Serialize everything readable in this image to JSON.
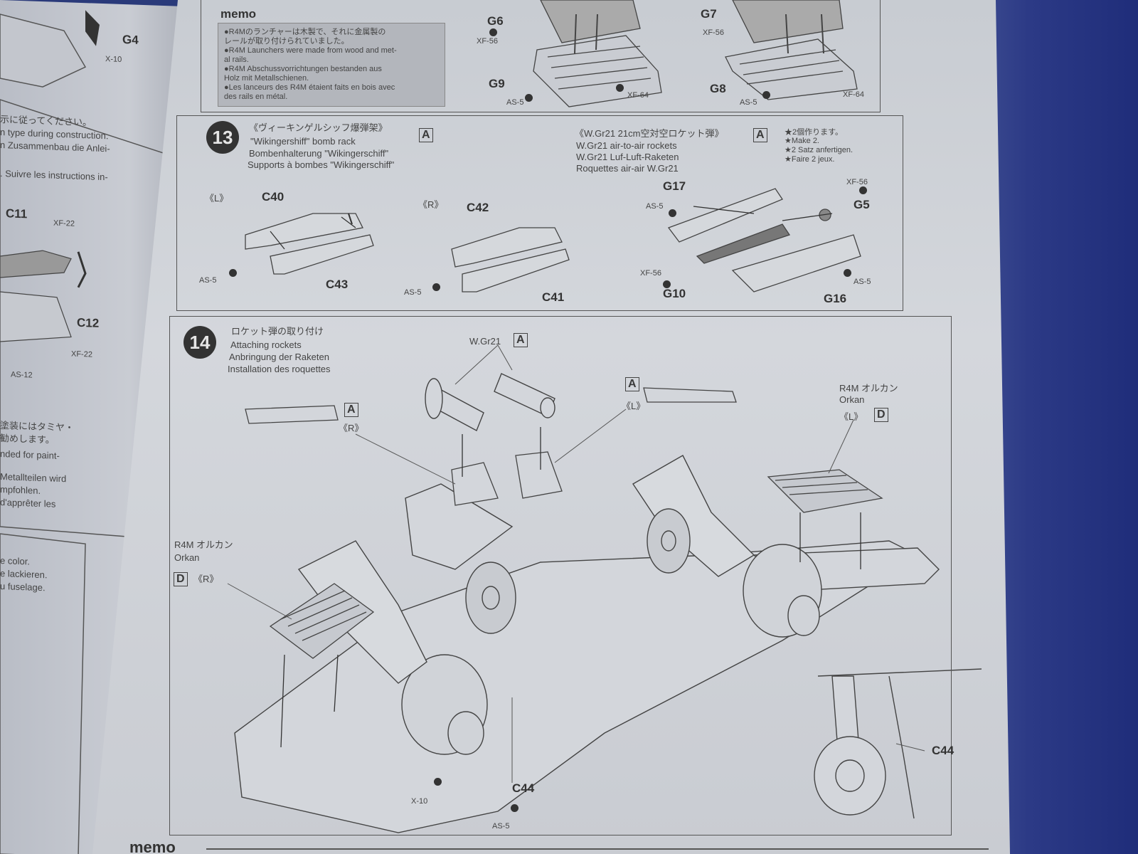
{
  "left_page": {
    "lines": [
      {
        "text": "示に従ってください。"
      },
      {
        "text": "n type during construction."
      },
      {
        "text": "n Zusammenbau die Anlei-"
      },
      {
        "text": ". Suivre les instructions in-"
      }
    ],
    "parts": {
      "g4": "G4",
      "x10": "X-10",
      "c11": "C11",
      "xf22a": "XF-22",
      "c12": "C12",
      "xf22b": "XF-22",
      "as12": "AS-12"
    },
    "paint_note": [
      {
        "text": "塗装にはタミヤ・"
      },
      {
        "text": "勧めします。"
      },
      {
        "text": "nded for paint-"
      },
      {
        "text": "Metallteilen wird"
      },
      {
        "text": "mpfohlen."
      },
      {
        "text": "d'apprêter les"
      }
    ],
    "color_note": [
      {
        "text": "e color."
      },
      {
        "text": "e lackieren."
      },
      {
        "text": "u fuselage."
      }
    ]
  },
  "memo_top": {
    "title": "memo",
    "lines": [
      {
        "text": "●R4Mのランチャーは木製で、それに金属製の"
      },
      {
        "text": "レールが取り付けられていました。"
      },
      {
        "text": "●R4M Launchers were made from wood and met-"
      },
      {
        "text": "al rails."
      },
      {
        "text": "●R4M Abschussvorrichtungen bestanden aus"
      },
      {
        "text": "Holz mit Metallschienen."
      },
      {
        "text": "●Les lanceurs des R4M étaient faits en bois avec"
      },
      {
        "text": "des rails en métal."
      }
    ]
  },
  "top_parts": {
    "g6": "G6",
    "xf56a": "XF-56",
    "g9": "G9",
    "as5a": "AS-5",
    "xf64a": "XF-64",
    "g7": "G7",
    "xf56b": "XF-56",
    "g8": "G8",
    "as5b": "AS-5",
    "xf64b": "XF-64"
  },
  "step13": {
    "number": "13",
    "title_jp": "《ヴィーキンゲルシッフ爆弾架》",
    "title_en": "\"Wikingershiff\" bomb rack",
    "title_de": "Bombenhalterung \"Wikingerschiff\"",
    "title_fr": "Supports à bombes \"Wikingerschiff\"",
    "badge": "A",
    "rocket_jp": "《W.Gr21 21cm空対空ロケット弾》",
    "rocket_en": "W.Gr21 air-to-air rockets",
    "rocket_de": "W.Gr21 Luf-Luft-Raketen",
    "rocket_fr": "Roquettes air-air W.Gr21",
    "rocket_badge": "A",
    "make2": [
      {
        "text": "★2個作ります。"
      },
      {
        "text": "★Make 2."
      },
      {
        "text": "★2 Satz anfertigen."
      },
      {
        "text": "★Faire 2 jeux."
      }
    ],
    "parts": {
      "l": "《L》",
      "c40": "C40",
      "as5a": "AS-5",
      "c43": "C43",
      "r": "《R》",
      "c42": "C42",
      "as5b": "AS-5",
      "c41": "C41",
      "g17": "G17",
      "as5c": "AS-5",
      "xf56": "XF-56",
      "g5": "G5",
      "xf56b": "XF-56",
      "g10": "G10",
      "as5d": "AS-5",
      "g16": "G16"
    }
  },
  "step14": {
    "number": "14",
    "title_jp": "ロケット弾の取り付け",
    "title_en": "Attaching rockets",
    "title_de": "Anbringung der Raketen",
    "title_fr": "Installation des roquettes",
    "parts": {
      "wgr21": "W.Gr21",
      "a1": "A",
      "a2": "A",
      "r": "《R》",
      "a3": "A",
      "l": "《L》",
      "r4m_l_jp": "R4M オルカン",
      "r4m_l_en": "Orkan",
      "l2": "《L》",
      "d1": "D",
      "r4m_r_jp": "R4M オルカン",
      "r4m_r_en": "Orkan",
      "d2": "D",
      "r2": "《R》",
      "x10": "X-10",
      "c44a": "C44",
      "as5": "AS-5",
      "c44b": "C44"
    }
  },
  "memo_bottom": {
    "title": "memo"
  }
}
